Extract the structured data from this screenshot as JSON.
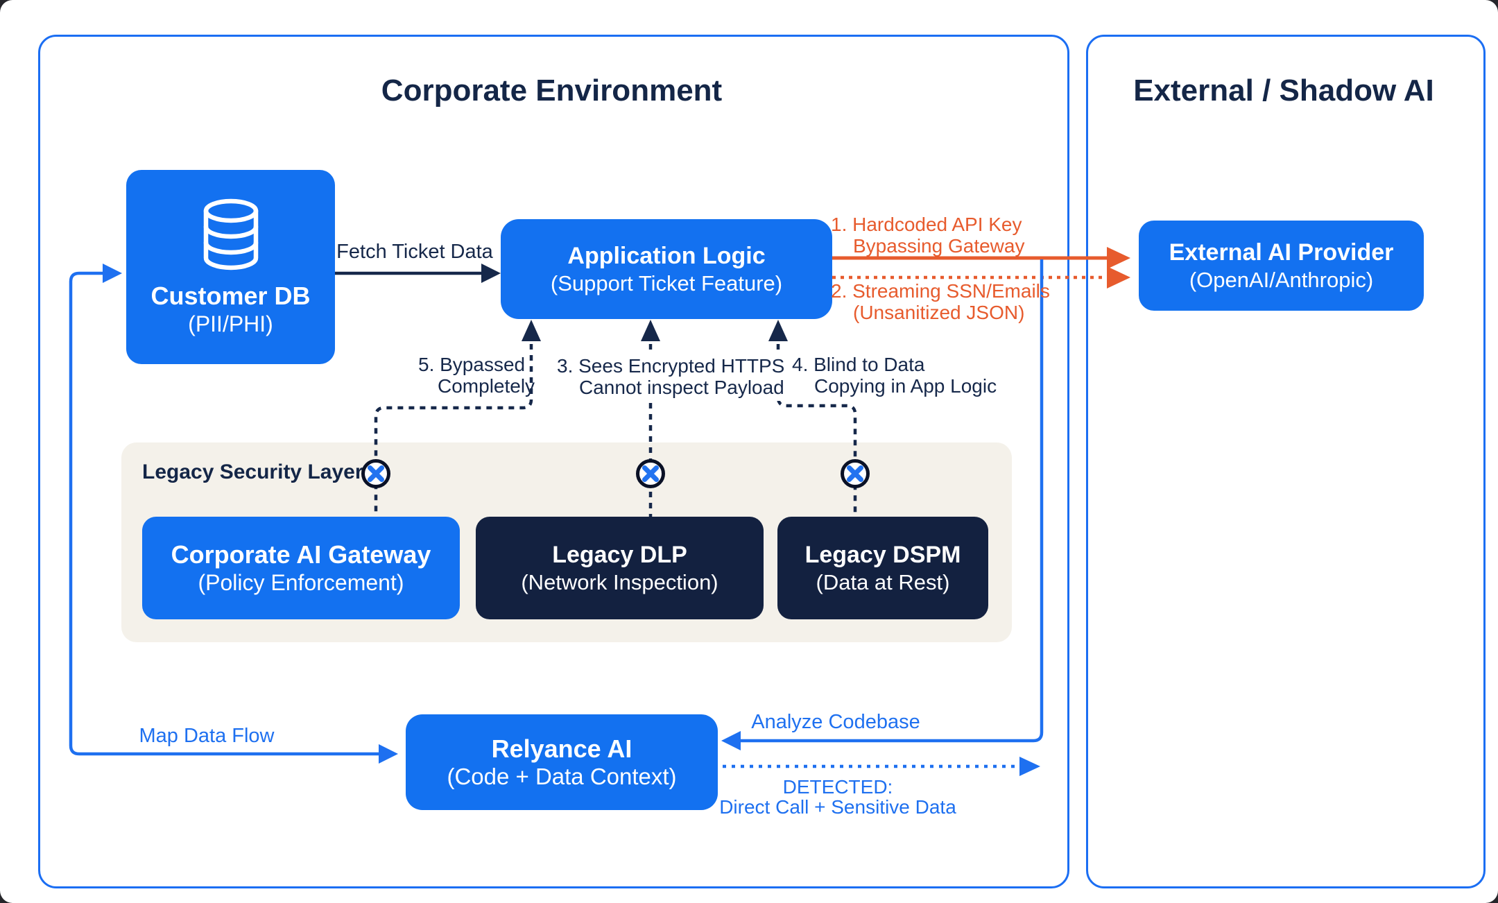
{
  "colors": {
    "brand_blue": "#1371F0",
    "line_blue": "#1E70F0",
    "navy_text": "#16284A",
    "navy_box": "#132140",
    "orange": "#E75B2D",
    "legacy_panel_beige": "#F4F1EA"
  },
  "panels": {
    "corporate": {
      "title": "Corporate Environment"
    },
    "external": {
      "title": "External / Shadow AI"
    }
  },
  "legacy_layer": {
    "label": "Legacy Security Layer"
  },
  "nodes": {
    "customer_db": {
      "title": "Customer DB",
      "subtitle": "(PII/PHI)",
      "icon": "database-icon"
    },
    "application_logic": {
      "title": "Application Logic",
      "subtitle": "(Support Ticket Feature)"
    },
    "external_ai_provider": {
      "title": "External AI Provider",
      "subtitle": "(OpenAI/Anthropic)"
    },
    "corporate_ai_gateway": {
      "title": "Corporate AI Gateway",
      "subtitle": "(Policy Enforcement)"
    },
    "legacy_dlp": {
      "title": "Legacy DLP",
      "subtitle": "(Network Inspection)"
    },
    "legacy_dspm": {
      "title": "Legacy DSPM",
      "subtitle": "(Data at Rest)"
    },
    "relyance_ai": {
      "title": "Relyance AI",
      "subtitle": "(Code + Data Context)"
    }
  },
  "edges": {
    "fetch_ticket_data": {
      "label": "Fetch Ticket Data"
    },
    "hardcoded_api_key": {
      "line1": "1. Hardcoded API Key",
      "line2": "Bypassing Gateway"
    },
    "streaming_ssn": {
      "line1": "2. Streaming SSN/Emails",
      "line2": "(Unsanitized JSON)"
    },
    "sees_encrypted": {
      "line1": "3. Sees Encrypted HTTPS",
      "line2": "Cannot inspect Payload"
    },
    "blind_to_data": {
      "line1": "4. Blind to Data",
      "line2": "Copying in App Logic"
    },
    "bypassed": {
      "line1": "5. Bypassed",
      "line2": "Completely"
    },
    "map_data_flow": {
      "label": "Map Data Flow"
    },
    "analyze_codebase": {
      "label": "Analyze Codebase"
    },
    "detected": {
      "line1": "DETECTED:",
      "line2": "Direct Call + Sensitive Data"
    },
    "blocked_icon": "blocked-x-icon"
  }
}
